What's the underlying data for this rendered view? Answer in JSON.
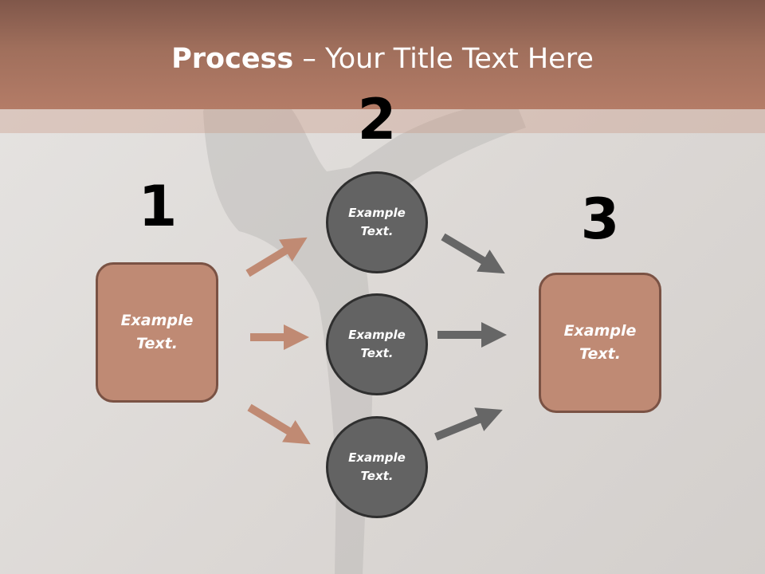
{
  "title": {
    "bold": "Process",
    "rest": " – Your Title Text Here"
  },
  "steps": {
    "one": "1",
    "two": "2",
    "three": "3"
  },
  "left_box": {
    "line1": "Example",
    "line2": "Text."
  },
  "circles": [
    {
      "line1": "Example",
      "line2": "Text."
    },
    {
      "line1": "Example",
      "line2": "Text."
    },
    {
      "line1": "Example",
      "line2": "Text."
    }
  ],
  "right_box": {
    "line1": "Example",
    "line2": "Text."
  },
  "colors": {
    "accent": "#bf8a74",
    "accent_border": "#7a5244",
    "circle_fill": "#636363",
    "dark_arrow": "#666666",
    "light_arrow": "#c08a73",
    "header": "#a06f5c"
  }
}
